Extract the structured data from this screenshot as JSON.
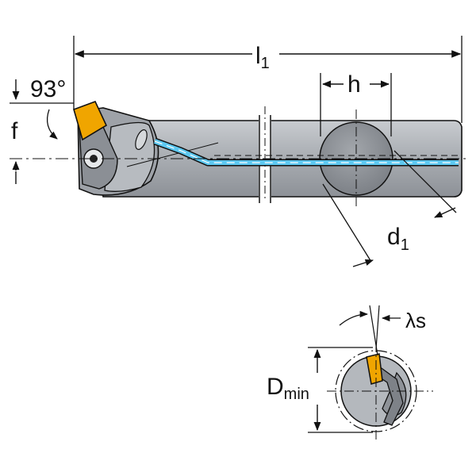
{
  "labels": {
    "l": "l",
    "l_sub": "1",
    "h": "h",
    "d": "d",
    "d_sub": "1",
    "angle": "93°",
    "f": "f",
    "D": "D",
    "D_sub": "min",
    "lambda": "λs"
  },
  "colors": {
    "bar": "#a9adb2",
    "bar_shade": "#8e9298",
    "insert": "#f0a500",
    "coolant": "#5ec8f0",
    "line": "#111111"
  }
}
